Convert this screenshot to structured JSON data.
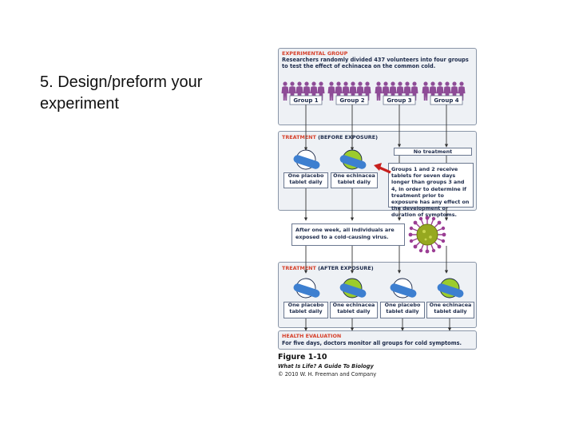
{
  "slide": {
    "title": "5. Design/preform your experiment"
  },
  "experimental_group": {
    "heading": "EXPERIMENTAL GROUP",
    "text": "Researchers randomly divided 437 volunteers into four groups to test the effect of echinacea on the common cold.",
    "groups": [
      "Group 1",
      "Group 2",
      "Group 3",
      "Group 4"
    ]
  },
  "treatment_before": {
    "heading": "TREATMENT",
    "subheading": "(BEFORE EXPOSURE)",
    "no_treatment": "No treatment",
    "placebo": "One placebo tablet daily",
    "echinacea": "One echinacea tablet daily",
    "note": "Groups 1 and 2 receive tablets for seven days longer than groups 3 and 4, in order to determine if treatment prior to exposure has any effect on the development or duration of symptoms."
  },
  "exposure": {
    "text": "After one week, all individuals are exposed to a cold-causing virus."
  },
  "treatment_after": {
    "heading": "TREATMENT",
    "subheading": "(AFTER EXPOSURE)",
    "boxes": [
      "One placebo tablet daily",
      "One echinacea tablet daily",
      "One placebo tablet daily",
      "One echinacea tablet daily"
    ]
  },
  "health": {
    "heading": "HEALTH EVALUATION",
    "text": "For five days, doctors monitor all groups for cold symptoms."
  },
  "caption": {
    "figure": "Figure 1-10",
    "book": "What Is Life? A Guide To Biology",
    "copyright": "© 2010 W. H. Freeman and Company"
  },
  "icons": {
    "people": "people-silhouette-icon",
    "placebo_pill": "placebo-pill-icon",
    "echinacea_pill": "echinacea-pill-icon",
    "virus": "virus-icon",
    "arrow": "red-arrow-icon"
  },
  "colors": {
    "heading_red": "#d6402a",
    "people_purple": "#8e4c97",
    "placebo_blue": "#3d7fd0",
    "echinacea_green": "#9ccc2c",
    "virus_green": "#96a820",
    "virus_spike": "#9b3d94",
    "arrow_red": "#c8201d"
  }
}
